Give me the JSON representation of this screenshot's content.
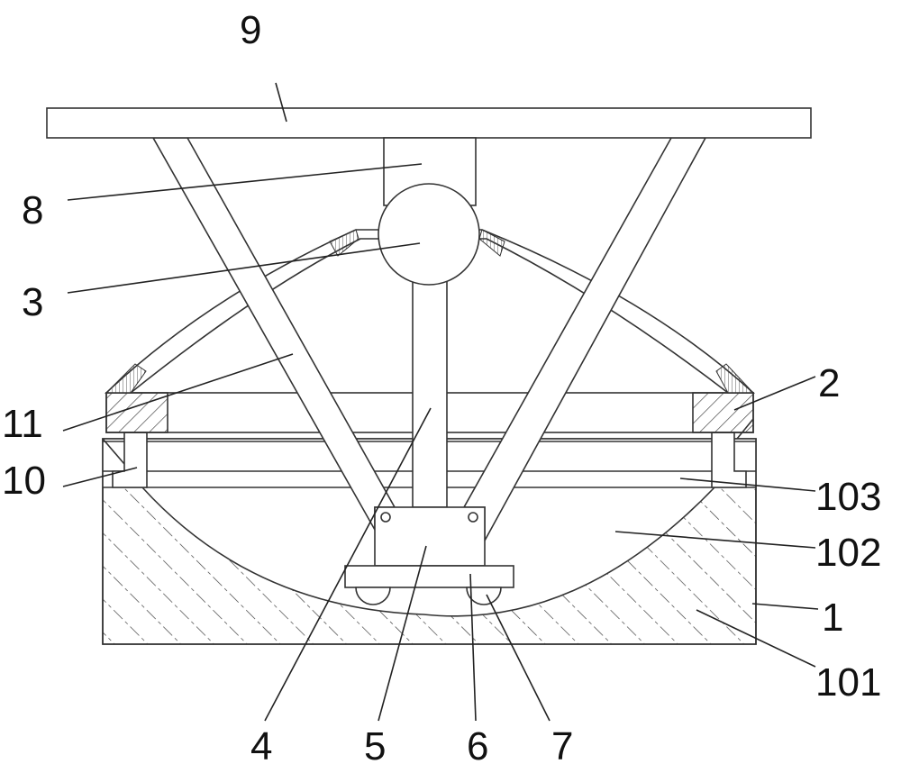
{
  "diagram": {
    "type": "patent mechanical cross-section drawing",
    "colors": {
      "line": "#333333",
      "background": "#ffffff"
    },
    "labels": {
      "l9": "9",
      "l8": "8",
      "l3": "3",
      "l11": "11",
      "l10": "10",
      "l2": "2",
      "l103": "103",
      "l102": "102",
      "l1": "1",
      "l101": "101",
      "l4": "4",
      "l5": "5",
      "l6": "6",
      "l7": "7"
    }
  }
}
